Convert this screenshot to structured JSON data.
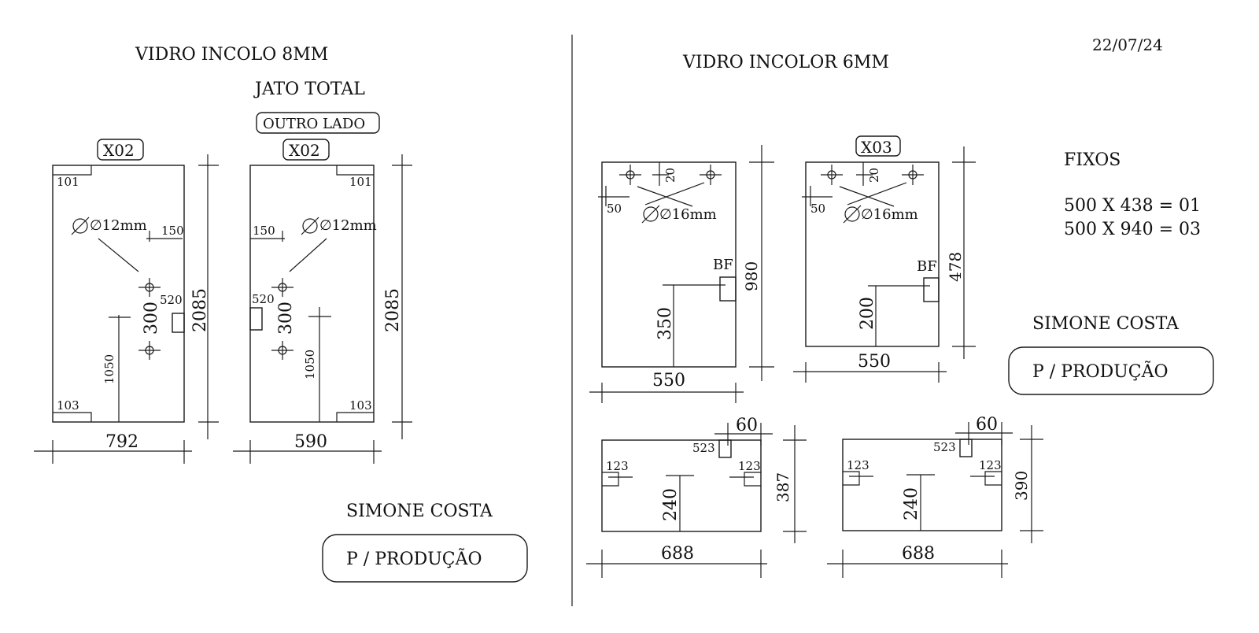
{
  "date": "22/07/24",
  "left": {
    "glass_title": "VIDRO INCOLO 8MM",
    "finish": "JATO TOTAL",
    "other_side": "OUTRO LADO",
    "panel_a": {
      "tag": "X02",
      "corner_top": "101",
      "corner_bottom": "103",
      "hole": "∅12mm",
      "hole_offset": "150",
      "hole_spacing": "300",
      "lock_height": "520",
      "handle_height": "1050",
      "height": "2085",
      "width": "792"
    },
    "panel_b": {
      "tag": "X02",
      "corner_top": "101",
      "corner_bottom": "103",
      "hole": "∅12mm",
      "hole_offset": "150",
      "hole_spacing": "300",
      "lock_height": "520",
      "handle_height": "1050",
      "height": "2085",
      "width": "590"
    },
    "signature": "SIMONE COSTA",
    "production": "P / PRODUÇÃO"
  },
  "right": {
    "glass_title": "VIDRO INCOLOR 6MM",
    "panel_c": {
      "hole_top": "20",
      "hole_side": "50",
      "hole": "∅16mm",
      "bf": "BF",
      "bf_height": "350",
      "height": "980",
      "width": "550"
    },
    "panel_d": {
      "tag": "X03",
      "hole_top": "20",
      "hole_side": "50",
      "hole": "∅16mm",
      "bf": "BF",
      "bf_height": "200",
      "height": "478",
      "width": "550"
    },
    "panel_e": {
      "notch_top": "60",
      "notch_523": "523",
      "notch_left": "123",
      "notch_right": "123",
      "center": "240",
      "height": "387",
      "width": "688"
    },
    "panel_f": {
      "notch_top": "60",
      "notch_523": "523",
      "notch_left": "123",
      "notch_right": "123",
      "center": "240",
      "height": "390",
      "width": "688"
    },
    "fixos_title": "FIXOS",
    "fixos": [
      "500 X 438 = 01",
      "500 X 940 = 03"
    ],
    "signature": "SIMONE COSTA",
    "production": "P / PRODUÇÃO"
  }
}
